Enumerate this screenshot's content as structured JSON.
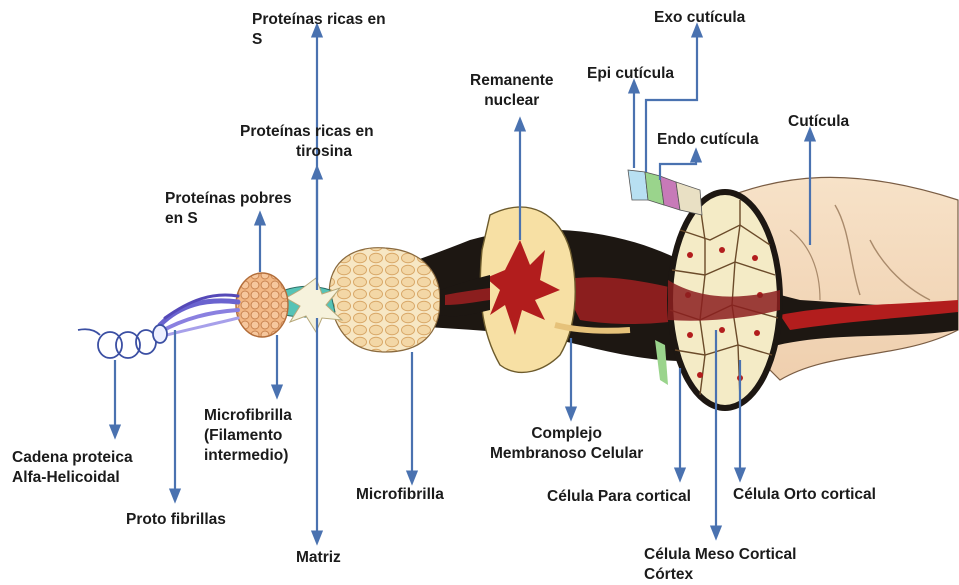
{
  "labels": {
    "proteinas_ricas_s_1": "Proteínas ricas en",
    "proteinas_ricas_s_2": "S",
    "proteinas_tirosina_1": "Proteínas ricas en",
    "proteinas_tirosina_2": "tirosina",
    "proteinas_pobres_1": "Proteínas pobres",
    "proteinas_pobres_2": "en S",
    "remanente_1": "Remanente",
    "remanente_2": "nuclear",
    "exo": "Exo cutícula",
    "epi": "Epi cutícula",
    "endo": "Endo cutícula",
    "cuticula": "Cutícula",
    "cadena_1": "Cadena proteica",
    "cadena_2": "Alfa-Helicoidal",
    "proto": "Proto fibrillas",
    "micro_int_1": "Microfibrilla",
    "micro_int_2": "(Filamento",
    "micro_int_3": "intermedio)",
    "matriz": "Matriz",
    "microfibrilla": "Microfibrilla",
    "complejo_1": "Complejo",
    "complejo_2": "Membranoso Celular",
    "para": "Célula Para cortical",
    "orto": "Célula Orto cortical",
    "meso_1": "Célula Meso Cortical",
    "meso_2": "Córtex"
  },
  "colors": {
    "arrow": "#4a72b0",
    "helix": "#3b4fa3",
    "protofibrils": "#6a63cf",
    "microfibril_bundle": "#f2b886",
    "matrix_fill": "#56c3b6",
    "macrofibril": "#f7d9a5",
    "nucleus": "#b21d1d",
    "dark_body": "#1d1712",
    "cortex_cell": "#f4ebc6",
    "cuticle": "#f5dcc0",
    "cuticle_layers": [
      "#b8e0f2",
      "#9ad48c",
      "#c77ab8",
      "#e9e0c4"
    ]
  }
}
